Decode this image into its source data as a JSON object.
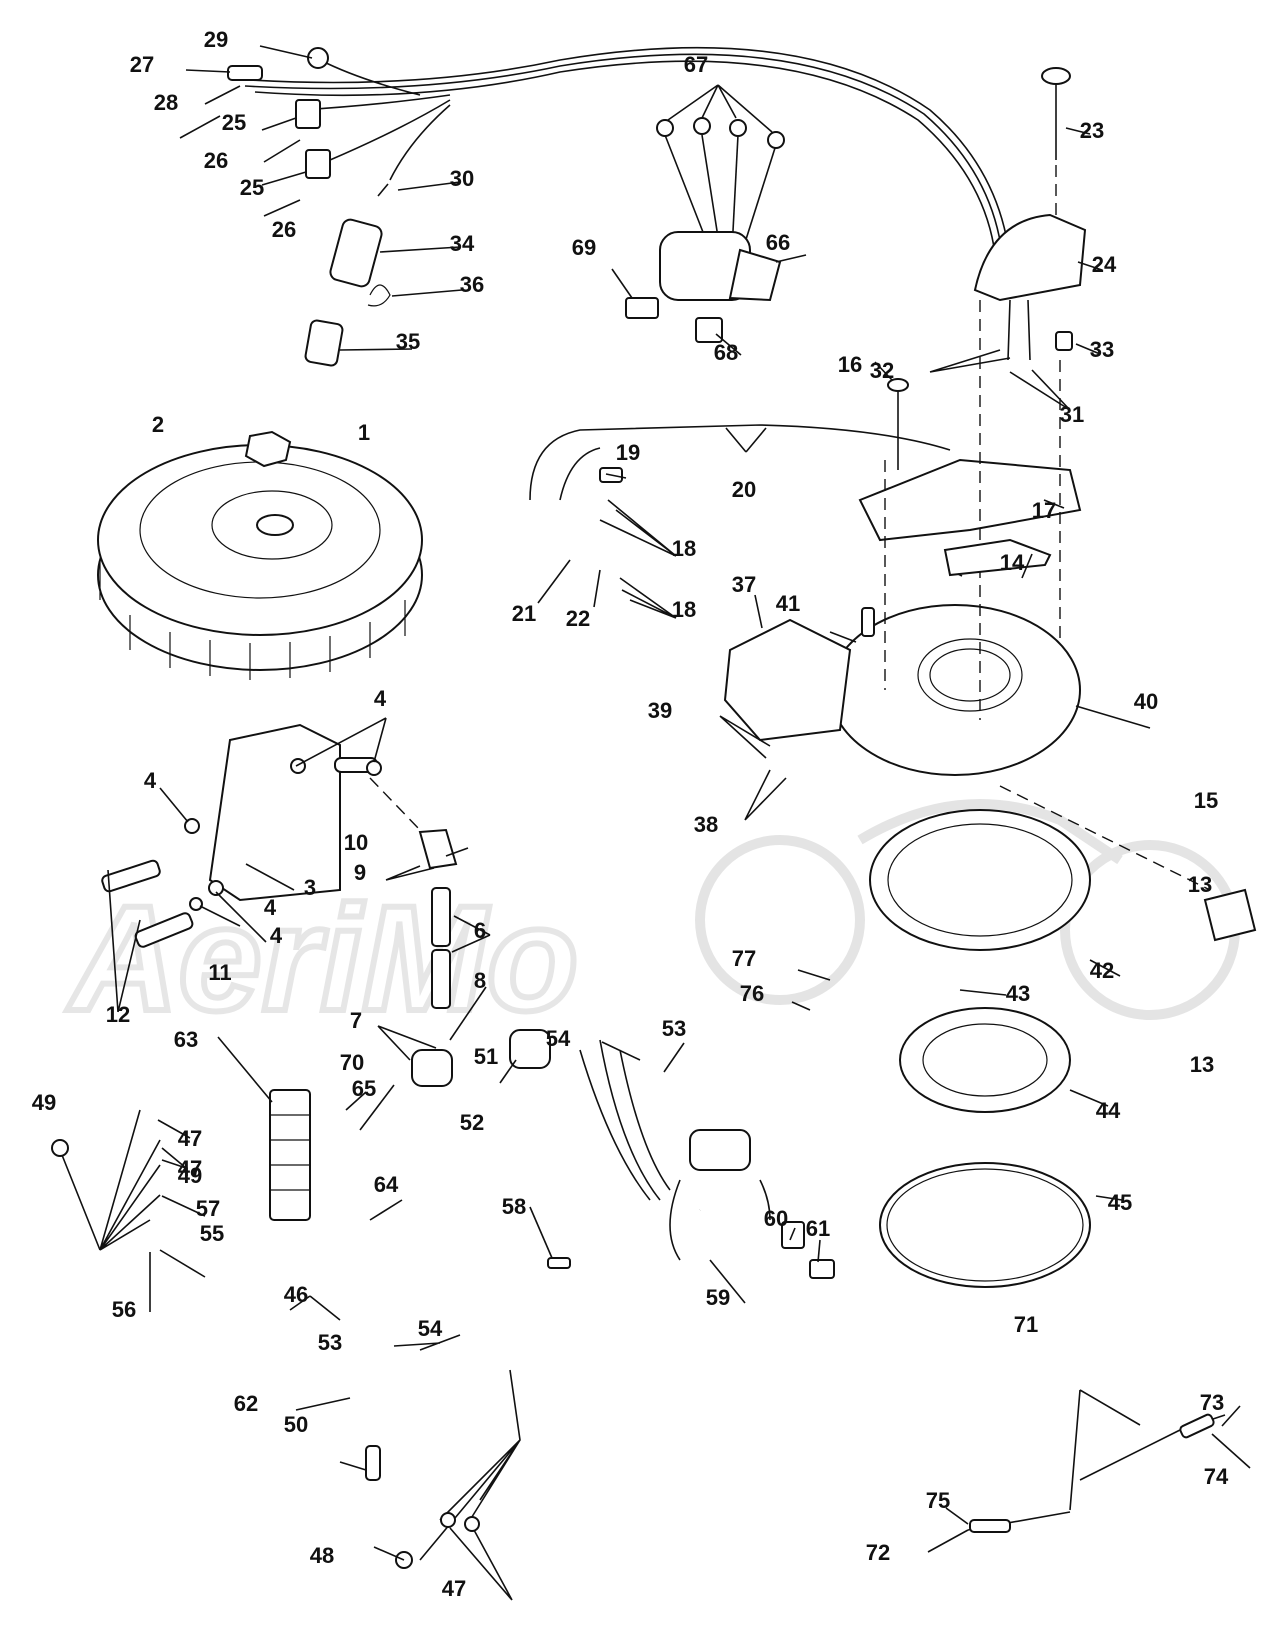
{
  "watermark": "AeriMo",
  "callouts": [
    "1",
    "2",
    "3",
    "4",
    "4",
    "4",
    "4",
    "6",
    "7",
    "8",
    "9",
    "10",
    "11",
    "12",
    "13",
    "13",
    "14",
    "15",
    "16",
    "17",
    "18",
    "18",
    "19",
    "20",
    "21",
    "22",
    "23",
    "24",
    "25",
    "25",
    "26",
    "26",
    "27",
    "28",
    "29",
    "30",
    "31",
    "32",
    "33",
    "34",
    "35",
    "36",
    "37",
    "38",
    "39",
    "40",
    "41",
    "42",
    "43",
    "44",
    "45",
    "46",
    "47",
    "47",
    "47",
    "48",
    "49",
    "49",
    "50",
    "51",
    "52",
    "53",
    "53",
    "54",
    "54",
    "55",
    "56",
    "57",
    "58",
    "59",
    "60",
    "61",
    "62",
    "63",
    "64",
    "65",
    "66",
    "67",
    "68",
    "69",
    "70",
    "71",
    "72",
    "73",
    "74",
    "75",
    "76",
    "77"
  ]
}
